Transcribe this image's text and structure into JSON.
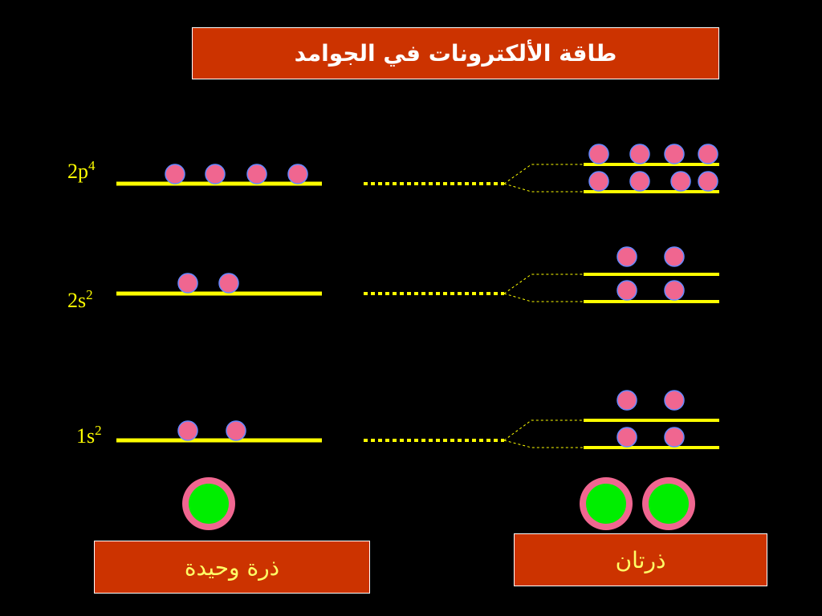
{
  "title": "طاقة الألكترونات في الجوامد",
  "single_atom_label": "ذرة وحيدة",
  "two_atoms_label": "ذرتان",
  "levels": [
    {
      "id": "2p",
      "base": "2p",
      "sup": "4",
      "electrons": 4,
      "split_lower": 4,
      "split_upper": 4
    },
    {
      "id": "2s",
      "base": "2s",
      "sup": "2",
      "electrons": 2,
      "split_lower": 2,
      "split_upper": 2
    },
    {
      "id": "1s",
      "base": "1s",
      "sup": "2",
      "electrons": 2,
      "split_lower": 2,
      "split_upper": 2
    }
  ],
  "colors": {
    "background": "#000000",
    "box_fill": "#cc3300",
    "box_border": "#ffffff",
    "title_text": "#ffffff",
    "label_text": "#ffff66",
    "level_line": "#ffff00",
    "electron_fill": "#f06690",
    "electron_stroke": "#6688ff",
    "atom_core": "#00ee00",
    "atom_ring": "#f06690"
  }
}
